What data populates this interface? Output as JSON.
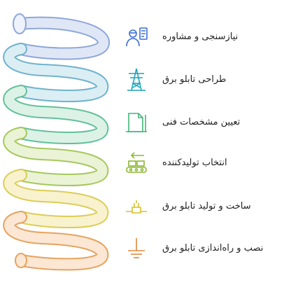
{
  "steps": [
    {
      "label": "نیازسنجی و مشاوره",
      "icon": "consultant-icon",
      "color": "#3d6fd4"
    },
    {
      "label": "طراحی تابلو برق",
      "icon": "transmission-tower-icon",
      "color": "#1ba4b8"
    },
    {
      "label": "تعیین مشخصات فنی",
      "icon": "specification-document-icon",
      "color": "#3fb878"
    },
    {
      "label": "انتخاب تولیدکننده",
      "icon": "conveyor-factory-icon",
      "color": "#8bb832"
    },
    {
      "label": "ساخت و تولید تابلو برق",
      "icon": "electric-plug-icon",
      "color": "#d6c225"
    },
    {
      "label": "نصب و راه‌اندازی تابلو برق",
      "icon": "ground-icon",
      "color": "#e0893a"
    }
  ]
}
